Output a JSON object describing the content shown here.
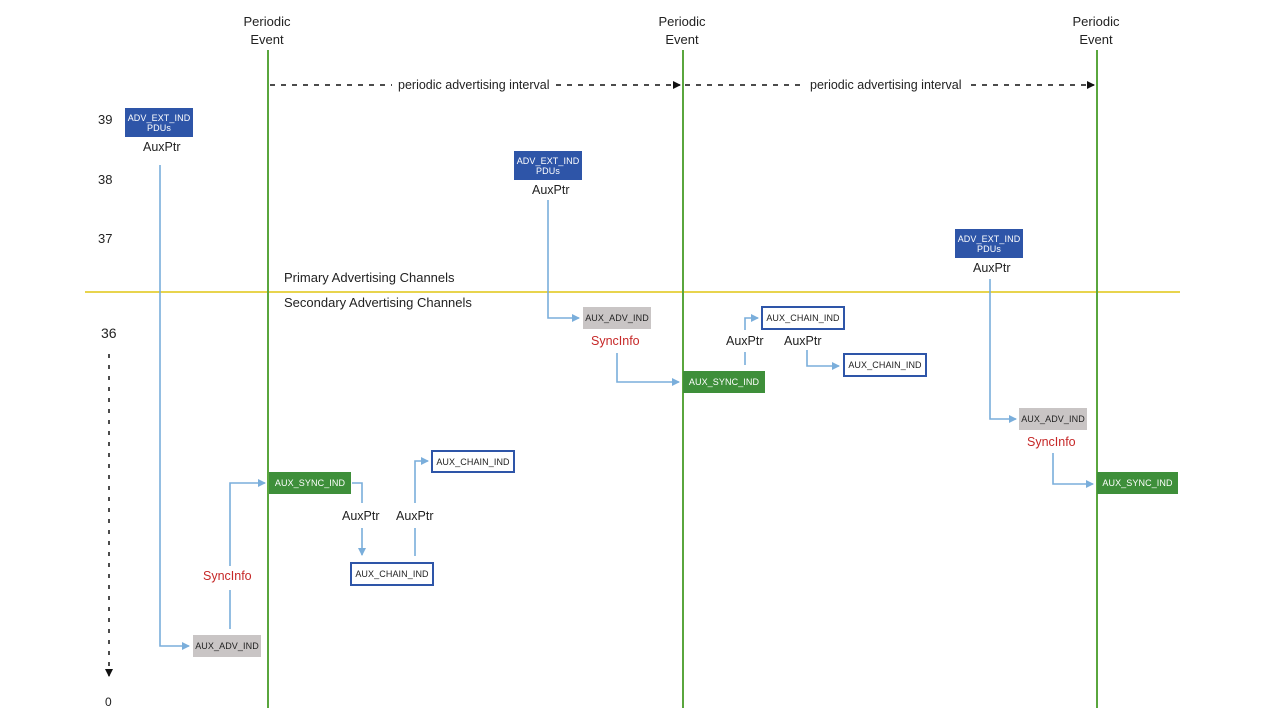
{
  "header": {
    "events": [
      {
        "line1": "Periodic",
        "line2": "Event"
      },
      {
        "line1": "Periodic",
        "line2": "Event"
      },
      {
        "line1": "Periodic",
        "line2": "Event"
      }
    ],
    "intervals": [
      "periodic advertising interval",
      "periodic advertising interval"
    ]
  },
  "channels": {
    "primary": "Primary Advertising Channels",
    "secondary": "Secondary Advertising Channels"
  },
  "y_axis": [
    "39",
    "38",
    "37",
    "36",
    "0"
  ],
  "pdus": {
    "adv_ext_line1": "ADV_EXT_IND",
    "adv_ext_line2": "PDUs",
    "aux_adv": "AUX_ADV_IND",
    "aux_sync": "AUX_SYNC_IND",
    "aux_chain": "AUX_CHAIN_IND"
  },
  "annotations": {
    "auxptr": "AuxPtr",
    "syncinfo": "SyncInfo"
  },
  "colors": {
    "event_line": "#5aa63e",
    "channel_divider": "#e8d44d",
    "arrow": "#7aaedb",
    "adv_ext_box": "#2e55a8",
    "aux_sync_box": "#3e8f3a",
    "aux_adv_box": "#c9c5c5",
    "syncinfo_text": "#c62828"
  }
}
